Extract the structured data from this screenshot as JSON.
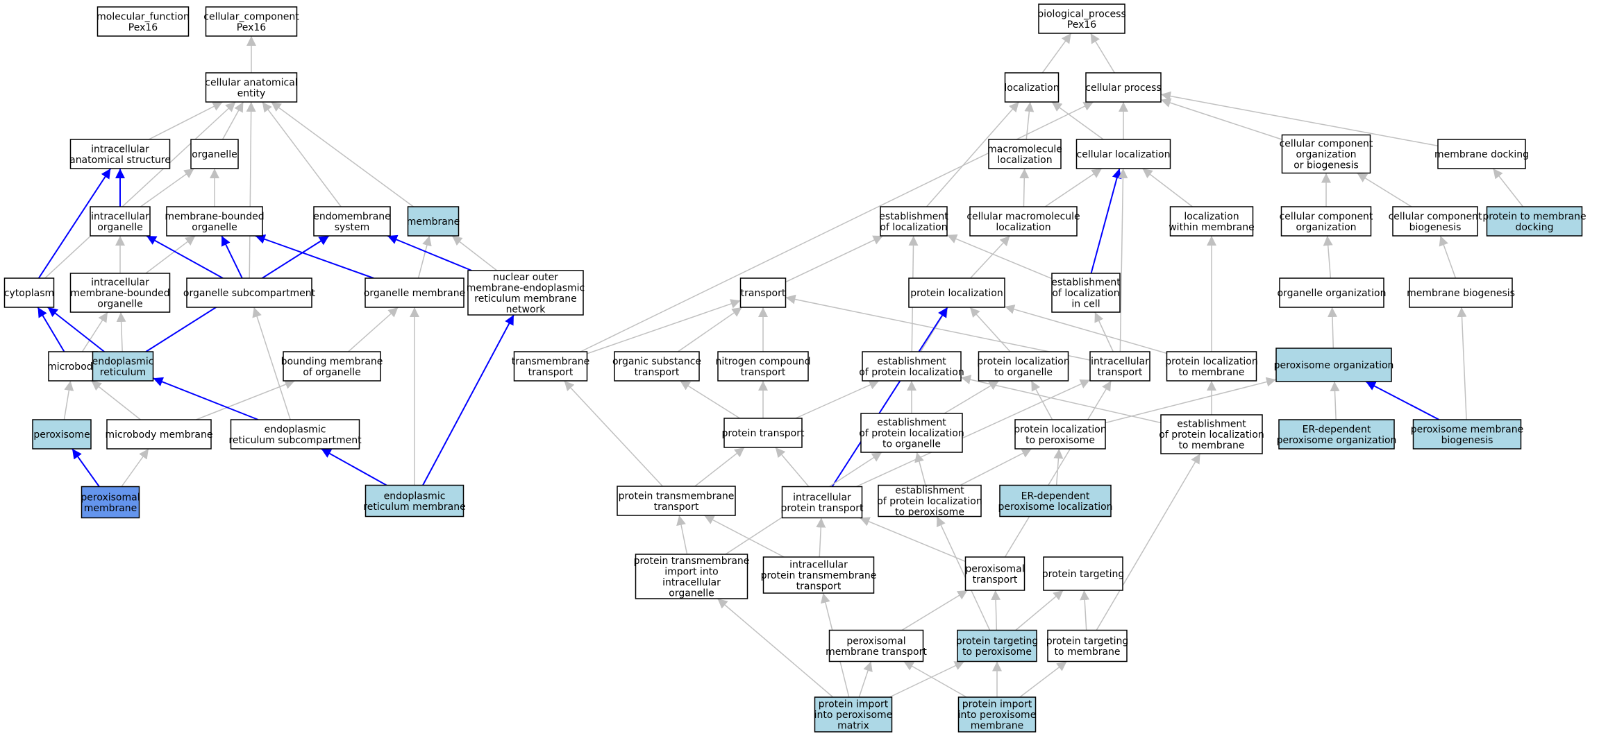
{
  "colors": {
    "default": "#ffffff",
    "annotated": "#add8e6",
    "focus": "#6495ed",
    "gray_edge": "#c0c0c0",
    "blue_edge": "#0000ff"
  },
  "nodes": [
    {
      "id": "mf",
      "lines": [
        "molecular_function",
        "Pex16"
      ],
      "fill": "default"
    },
    {
      "id": "cc",
      "lines": [
        "cellular_component",
        "Pex16"
      ],
      "fill": "default"
    },
    {
      "id": "bp",
      "lines": [
        "biological_process",
        "Pex16"
      ],
      "fill": "default"
    },
    {
      "id": "cae",
      "lines": [
        "cellular anatomical",
        "entity"
      ],
      "fill": "default"
    },
    {
      "id": "ias",
      "lines": [
        "intracellular",
        "anatomical structure"
      ],
      "fill": "default"
    },
    {
      "id": "organelle",
      "lines": [
        "organelle"
      ],
      "fill": "default"
    },
    {
      "id": "io",
      "lines": [
        "intracellular",
        "organelle"
      ],
      "fill": "default"
    },
    {
      "id": "mbo",
      "lines": [
        "membrane-bounded",
        "organelle"
      ],
      "fill": "default"
    },
    {
      "id": "endosys",
      "lines": [
        "endomembrane",
        "system"
      ],
      "fill": "default"
    },
    {
      "id": "membrane",
      "lines": [
        "membrane"
      ],
      "fill": "annotated"
    },
    {
      "id": "cytoplasm",
      "lines": [
        "cytoplasm"
      ],
      "fill": "default"
    },
    {
      "id": "imbo",
      "lines": [
        "intracellular",
        "membrane-bounded",
        "organelle"
      ],
      "fill": "default"
    },
    {
      "id": "osub",
      "lines": [
        "organelle subcompartment"
      ],
      "fill": "default"
    },
    {
      "id": "omem",
      "lines": [
        "organelle membrane"
      ],
      "fill": "default"
    },
    {
      "id": "nuc",
      "lines": [
        "nuclear outer",
        "membrane-endoplasmic",
        "reticulum membrane",
        "network"
      ],
      "fill": "default"
    },
    {
      "id": "microbody",
      "lines": [
        "microbody"
      ],
      "fill": "default"
    },
    {
      "id": "er",
      "lines": [
        "endoplasmic",
        "reticulum"
      ],
      "fill": "annotated"
    },
    {
      "id": "bmo",
      "lines": [
        "bounding membrane",
        "of organelle"
      ],
      "fill": "default"
    },
    {
      "id": "perox",
      "lines": [
        "peroxisome"
      ],
      "fill": "annotated"
    },
    {
      "id": "mbmem",
      "lines": [
        "microbody membrane"
      ],
      "fill": "default"
    },
    {
      "id": "ersub",
      "lines": [
        "endoplasmic",
        "reticulum subcompartment"
      ],
      "fill": "default"
    },
    {
      "id": "pmem",
      "lines": [
        "peroxisomal",
        "membrane"
      ],
      "fill": "focus"
    },
    {
      "id": "ermem",
      "lines": [
        "endoplasmic",
        "reticulum membrane"
      ],
      "fill": "annotated"
    },
    {
      "id": "loc",
      "lines": [
        "localization"
      ],
      "fill": "default"
    },
    {
      "id": "cp",
      "lines": [
        "cellular process"
      ],
      "fill": "default"
    },
    {
      "id": "macloc",
      "lines": [
        "macromolecule",
        "localization"
      ],
      "fill": "default"
    },
    {
      "id": "cellloc",
      "lines": [
        "cellular localization"
      ],
      "fill": "default"
    },
    {
      "id": "ccob",
      "lines": [
        "cellular component",
        "organization",
        "or biogenesis"
      ],
      "fill": "default"
    },
    {
      "id": "mdock",
      "lines": [
        "membrane docking"
      ],
      "fill": "default"
    },
    {
      "id": "estloc",
      "lines": [
        "establishment",
        "of localization"
      ],
      "fill": "default"
    },
    {
      "id": "cmacloc",
      "lines": [
        "cellular macromolecule",
        "localization"
      ],
      "fill": "default"
    },
    {
      "id": "locmem",
      "lines": [
        "localization",
        "within membrane"
      ],
      "fill": "default"
    },
    {
      "id": "ccorg",
      "lines": [
        "cellular component",
        "organization"
      ],
      "fill": "default"
    },
    {
      "id": "ccbio",
      "lines": [
        "cellular component",
        "biogenesis"
      ],
      "fill": "default"
    },
    {
      "id": "ptmdock",
      "lines": [
        "protein to membrane",
        "docking"
      ],
      "fill": "annotated"
    },
    {
      "id": "transport",
      "lines": [
        "transport"
      ],
      "fill": "default"
    },
    {
      "id": "protloc",
      "lines": [
        "protein localization"
      ],
      "fill": "default"
    },
    {
      "id": "estlocc",
      "lines": [
        "establishment",
        "of localization",
        "in cell"
      ],
      "fill": "default"
    },
    {
      "id": "orgorg",
      "lines": [
        "organelle organization"
      ],
      "fill": "default"
    },
    {
      "id": "membio",
      "lines": [
        "membrane biogenesis"
      ],
      "fill": "default"
    },
    {
      "id": "tmt",
      "lines": [
        "transmembrane",
        "transport"
      ],
      "fill": "default"
    },
    {
      "id": "ost",
      "lines": [
        "organic substance",
        "transport"
      ],
      "fill": "default"
    },
    {
      "id": "nct",
      "lines": [
        "nitrogen compound",
        "transport"
      ],
      "fill": "default"
    },
    {
      "id": "estprot",
      "lines": [
        "establishment",
        "of protein localization"
      ],
      "fill": "default"
    },
    {
      "id": "plorg",
      "lines": [
        "protein localization",
        "to organelle"
      ],
      "fill": "default"
    },
    {
      "id": "ict",
      "lines": [
        "intracellular",
        "transport"
      ],
      "fill": "default"
    },
    {
      "id": "plmem",
      "lines": [
        "protein localization",
        "to membrane"
      ],
      "fill": "default"
    },
    {
      "id": "perorg",
      "lines": [
        "peroxisome organization"
      ],
      "fill": "annotated"
    },
    {
      "id": "pt",
      "lines": [
        "protein transport"
      ],
      "fill": "default"
    },
    {
      "id": "estorg",
      "lines": [
        "establishment",
        "of protein localization",
        "to organelle"
      ],
      "fill": "default"
    },
    {
      "id": "plperox",
      "lines": [
        "protein localization",
        "to peroxisome"
      ],
      "fill": "default"
    },
    {
      "id": "estmem",
      "lines": [
        "establishment",
        "of protein localization",
        "to membrane"
      ],
      "fill": "default"
    },
    {
      "id": "erdpo",
      "lines": [
        "ER-dependent",
        "peroxisome organization"
      ],
      "fill": "annotated"
    },
    {
      "id": "pmb",
      "lines": [
        "peroxisome membrane",
        "biogenesis"
      ],
      "fill": "annotated"
    },
    {
      "id": "ptt",
      "lines": [
        "protein transmembrane",
        "transport"
      ],
      "fill": "default"
    },
    {
      "id": "ipt",
      "lines": [
        "intracellular",
        "protein transport"
      ],
      "fill": "default"
    },
    {
      "id": "estperox",
      "lines": [
        "establishment",
        "of protein localization",
        "to peroxisome"
      ],
      "fill": "default"
    },
    {
      "id": "erdpl",
      "lines": [
        "ER-dependent",
        "peroxisome localization"
      ],
      "fill": "annotated"
    },
    {
      "id": "ptii",
      "lines": [
        "protein transmembrane",
        "import into",
        "intracellular",
        "organelle"
      ],
      "fill": "default"
    },
    {
      "id": "iptt",
      "lines": [
        "intracellular",
        "protein transmembrane",
        "transport"
      ],
      "fill": "default"
    },
    {
      "id": "ptrans",
      "lines": [
        "peroxisomal",
        "transport"
      ],
      "fill": "default"
    },
    {
      "id": "ptarg",
      "lines": [
        "protein targeting"
      ],
      "fill": "default"
    },
    {
      "id": "pmt",
      "lines": [
        "peroxisomal",
        "membrane transport"
      ],
      "fill": "default"
    },
    {
      "id": "ptperox",
      "lines": [
        "protein targeting",
        "to peroxisome"
      ],
      "fill": "annotated"
    },
    {
      "id": "ptmem",
      "lines": [
        "protein targeting",
        "to membrane"
      ],
      "fill": "default"
    },
    {
      "id": "pipm",
      "lines": [
        "protein import",
        "into peroxisome",
        "matrix"
      ],
      "fill": "annotated"
    },
    {
      "id": "pipmem",
      "lines": [
        "protein import",
        "into peroxisome",
        "membrane"
      ],
      "fill": "annotated"
    }
  ],
  "edges": [
    {
      "from": "cae",
      "to": "cc",
      "color": "gray"
    },
    {
      "from": "ias",
      "to": "cae",
      "color": "gray"
    },
    {
      "from": "organelle",
      "to": "cae",
      "color": "gray"
    },
    {
      "from": "io",
      "to": "organelle",
      "color": "gray"
    },
    {
      "from": "io",
      "to": "ias",
      "color": "blue"
    },
    {
      "from": "mbo",
      "to": "organelle",
      "color": "gray"
    },
    {
      "from": "endosys",
      "to": "cae",
      "color": "gray"
    },
    {
      "from": "membrane",
      "to": "cae",
      "color": "gray"
    },
    {
      "from": "cytoplasm",
      "to": "cae",
      "color": "gray"
    },
    {
      "from": "cytoplasm",
      "to": "ias",
      "color": "blue"
    },
    {
      "from": "imbo",
      "to": "io",
      "color": "gray"
    },
    {
      "from": "imbo",
      "to": "mbo",
      "color": "gray"
    },
    {
      "from": "osub",
      "to": "cae",
      "color": "gray"
    },
    {
      "from": "osub",
      "to": "io",
      "color": "blue"
    },
    {
      "from": "osub",
      "to": "mbo",
      "color": "blue"
    },
    {
      "from": "omem",
      "to": "mbo",
      "color": "blue"
    },
    {
      "from": "omem",
      "to": "membrane",
      "color": "gray"
    },
    {
      "from": "nuc",
      "to": "endosys",
      "color": "blue"
    },
    {
      "from": "nuc",
      "to": "membrane",
      "color": "gray"
    },
    {
      "from": "microbody",
      "to": "cytoplasm",
      "color": "blue"
    },
    {
      "from": "microbody",
      "to": "imbo",
      "color": "gray"
    },
    {
      "from": "er",
      "to": "cytoplasm",
      "color": "blue"
    },
    {
      "from": "er",
      "to": "imbo",
      "color": "gray"
    },
    {
      "from": "er",
      "to": "endosys",
      "color": "blue"
    },
    {
      "from": "bmo",
      "to": "omem",
      "color": "gray"
    },
    {
      "from": "perox",
      "to": "microbody",
      "color": "gray"
    },
    {
      "from": "mbmem",
      "to": "microbody",
      "color": "gray"
    },
    {
      "from": "mbmem",
      "to": "bmo",
      "color": "gray"
    },
    {
      "from": "ersub",
      "to": "osub",
      "color": "gray"
    },
    {
      "from": "ersub",
      "to": "er",
      "color": "blue"
    },
    {
      "from": "pmem",
      "to": "perox",
      "color": "blue"
    },
    {
      "from": "pmem",
      "to": "mbmem",
      "color": "gray"
    },
    {
      "from": "ermem",
      "to": "ersub",
      "color": "blue"
    },
    {
      "from": "ermem",
      "to": "omem",
      "color": "gray"
    },
    {
      "from": "ermem",
      "to": "nuc",
      "color": "blue"
    },
    {
      "from": "loc",
      "to": "bp",
      "color": "gray"
    },
    {
      "from": "cp",
      "to": "bp",
      "color": "gray"
    },
    {
      "from": "macloc",
      "to": "loc",
      "color": "gray"
    },
    {
      "from": "cellloc",
      "to": "loc",
      "color": "gray"
    },
    {
      "from": "cellloc",
      "to": "cp",
      "color": "gray"
    },
    {
      "from": "ccob",
      "to": "cp",
      "color": "gray"
    },
    {
      "from": "mdock",
      "to": "cp",
      "color": "gray"
    },
    {
      "from": "estloc",
      "to": "loc",
      "color": "gray"
    },
    {
      "from": "cmacloc",
      "to": "macloc",
      "color": "gray"
    },
    {
      "from": "cmacloc",
      "to": "cellloc",
      "color": "gray"
    },
    {
      "from": "locmem",
      "to": "cellloc",
      "color": "gray"
    },
    {
      "from": "ccorg",
      "to": "ccob",
      "color": "gray"
    },
    {
      "from": "ccbio",
      "to": "ccob",
      "color": "gray"
    },
    {
      "from": "ptmdock",
      "to": "mdock",
      "color": "gray"
    },
    {
      "from": "transport",
      "to": "estloc",
      "color": "gray"
    },
    {
      "from": "protloc",
      "to": "cmacloc",
      "color": "gray"
    },
    {
      "from": "estlocc",
      "to": "estloc",
      "color": "gray"
    },
    {
      "from": "estlocc",
      "to": "cellloc",
      "color": "blue"
    },
    {
      "from": "orgorg",
      "to": "ccorg",
      "color": "gray"
    },
    {
      "from": "membio",
      "to": "ccbio",
      "color": "gray"
    },
    {
      "from": "tmt",
      "to": "transport",
      "color": "gray"
    },
    {
      "from": "tmt",
      "to": "cp",
      "color": "gray"
    },
    {
      "from": "ost",
      "to": "transport",
      "color": "gray"
    },
    {
      "from": "nct",
      "to": "transport",
      "color": "gray"
    },
    {
      "from": "estprot",
      "to": "estloc",
      "color": "gray"
    },
    {
      "from": "estprot",
      "to": "protloc",
      "color": "gray"
    },
    {
      "from": "plorg",
      "to": "protloc",
      "color": "gray"
    },
    {
      "from": "ict",
      "to": "transport",
      "color": "gray"
    },
    {
      "from": "ict",
      "to": "estlocc",
      "color": "gray"
    },
    {
      "from": "ict",
      "to": "cellloc",
      "color": "gray"
    },
    {
      "from": "plmem",
      "to": "protloc",
      "color": "gray"
    },
    {
      "from": "plmem",
      "to": "locmem",
      "color": "gray"
    },
    {
      "from": "perorg",
      "to": "orgorg",
      "color": "gray"
    },
    {
      "from": "pt",
      "to": "ost",
      "color": "gray"
    },
    {
      "from": "pt",
      "to": "nct",
      "color": "gray"
    },
    {
      "from": "pt",
      "to": "estprot",
      "color": "gray"
    },
    {
      "from": "estorg",
      "to": "estprot",
      "color": "gray"
    },
    {
      "from": "estorg",
      "to": "plorg",
      "color": "gray"
    },
    {
      "from": "plperox",
      "to": "plorg",
      "color": "gray"
    },
    {
      "from": "plperox",
      "to": "perorg",
      "color": "gray"
    },
    {
      "from": "estmem",
      "to": "estprot",
      "color": "gray"
    },
    {
      "from": "estmem",
      "to": "plmem",
      "color": "gray"
    },
    {
      "from": "erdpo",
      "to": "perorg",
      "color": "gray"
    },
    {
      "from": "pmb",
      "to": "perorg",
      "color": "blue"
    },
    {
      "from": "pmb",
      "to": "membio",
      "color": "gray"
    },
    {
      "from": "ptt",
      "to": "tmt",
      "color": "gray"
    },
    {
      "from": "ptt",
      "to": "pt",
      "color": "gray"
    },
    {
      "from": "ipt",
      "to": "pt",
      "color": "gray"
    },
    {
      "from": "ipt",
      "to": "ict",
      "color": "gray"
    },
    {
      "from": "ipt",
      "to": "protloc",
      "color": "blue"
    },
    {
      "from": "estperox",
      "to": "estorg",
      "color": "gray"
    },
    {
      "from": "estperox",
      "to": "plperox",
      "color": "gray"
    },
    {
      "from": "erdpl",
      "to": "plperox",
      "color": "gray"
    },
    {
      "from": "ptii",
      "to": "ptt",
      "color": "gray"
    },
    {
      "from": "ptii",
      "to": "estorg",
      "color": "gray"
    },
    {
      "from": "iptt",
      "to": "ptt",
      "color": "gray"
    },
    {
      "from": "iptt",
      "to": "ipt",
      "color": "gray"
    },
    {
      "from": "ptrans",
      "to": "ipt",
      "color": "gray"
    },
    {
      "from": "ptrans",
      "to": "ict",
      "color": "gray"
    },
    {
      "from": "pmt",
      "to": "ptrans",
      "color": "gray"
    },
    {
      "from": "ptperox",
      "to": "ptrans",
      "color": "gray"
    },
    {
      "from": "ptperox",
      "to": "ptarg",
      "color": "gray"
    },
    {
      "from": "ptperox",
      "to": "estperox",
      "color": "gray"
    },
    {
      "from": "ptmem",
      "to": "ptarg",
      "color": "gray"
    },
    {
      "from": "ptmem",
      "to": "estmem",
      "color": "gray"
    },
    {
      "from": "pipm",
      "to": "ptii",
      "color": "gray"
    },
    {
      "from": "pipm",
      "to": "iptt",
      "color": "gray"
    },
    {
      "from": "pipm",
      "to": "pmt",
      "color": "gray"
    },
    {
      "from": "pipm",
      "to": "ptperox",
      "color": "gray"
    },
    {
      "from": "pipmem",
      "to": "pmt",
      "color": "gray"
    },
    {
      "from": "pipmem",
      "to": "ptperox",
      "color": "gray"
    },
    {
      "from": "pipmem",
      "to": "ptmem",
      "color": "gray"
    }
  ]
}
